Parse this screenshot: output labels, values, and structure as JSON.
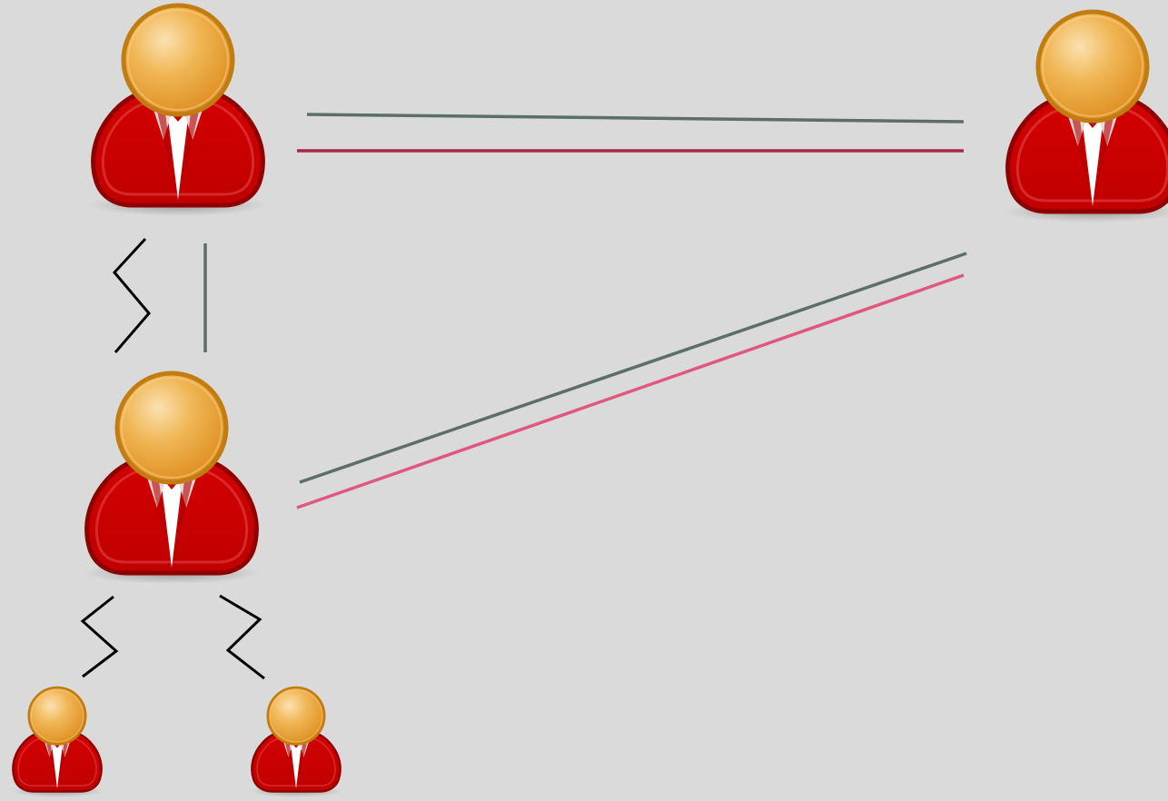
{
  "diagram": {
    "background": "#dadada",
    "colors": {
      "body_red": "#cc0000",
      "body_dark": "#8f0000",
      "body_highlight": "#ef2929",
      "head_orange": "#e8a33a",
      "head_light": "#f6cf8a",
      "head_outline": "#c17d11",
      "collar_white": "#ffffff",
      "link_grey": "#5c6e68",
      "link_crimson": "#a8264a",
      "link_pink": "#e0577f",
      "link_black": "#000000"
    },
    "nodes": [
      {
        "id": "person-top-left",
        "icon": "person-icon"
      },
      {
        "id": "person-top-right",
        "icon": "person-icon"
      },
      {
        "id": "person-middle-left",
        "icon": "person-icon"
      },
      {
        "id": "person-bottom-left",
        "icon": "person-icon"
      },
      {
        "id": "person-bottom-right",
        "icon": "person-icon"
      }
    ],
    "links": [
      {
        "from": "person-top-left",
        "to": "person-top-right",
        "style": "straight",
        "color": "link_grey"
      },
      {
        "from": "person-top-left",
        "to": "person-top-right",
        "style": "straight",
        "color": "link_crimson"
      },
      {
        "from": "person-middle-left",
        "to": "person-top-right",
        "style": "straight",
        "color": "link_grey"
      },
      {
        "from": "person-middle-left",
        "to": "person-top-right",
        "style": "straight",
        "color": "link_pink"
      },
      {
        "from": "person-top-left",
        "to": "person-middle-left",
        "style": "zigzag",
        "color": "link_black"
      },
      {
        "from": "person-top-left",
        "to": "person-middle-left",
        "style": "straight",
        "color": "link_grey"
      },
      {
        "from": "person-middle-left",
        "to": "person-bottom-left",
        "style": "zigzag",
        "color": "link_black"
      },
      {
        "from": "person-middle-left",
        "to": "person-bottom-right",
        "style": "zigzag",
        "color": "link_black"
      }
    ]
  }
}
